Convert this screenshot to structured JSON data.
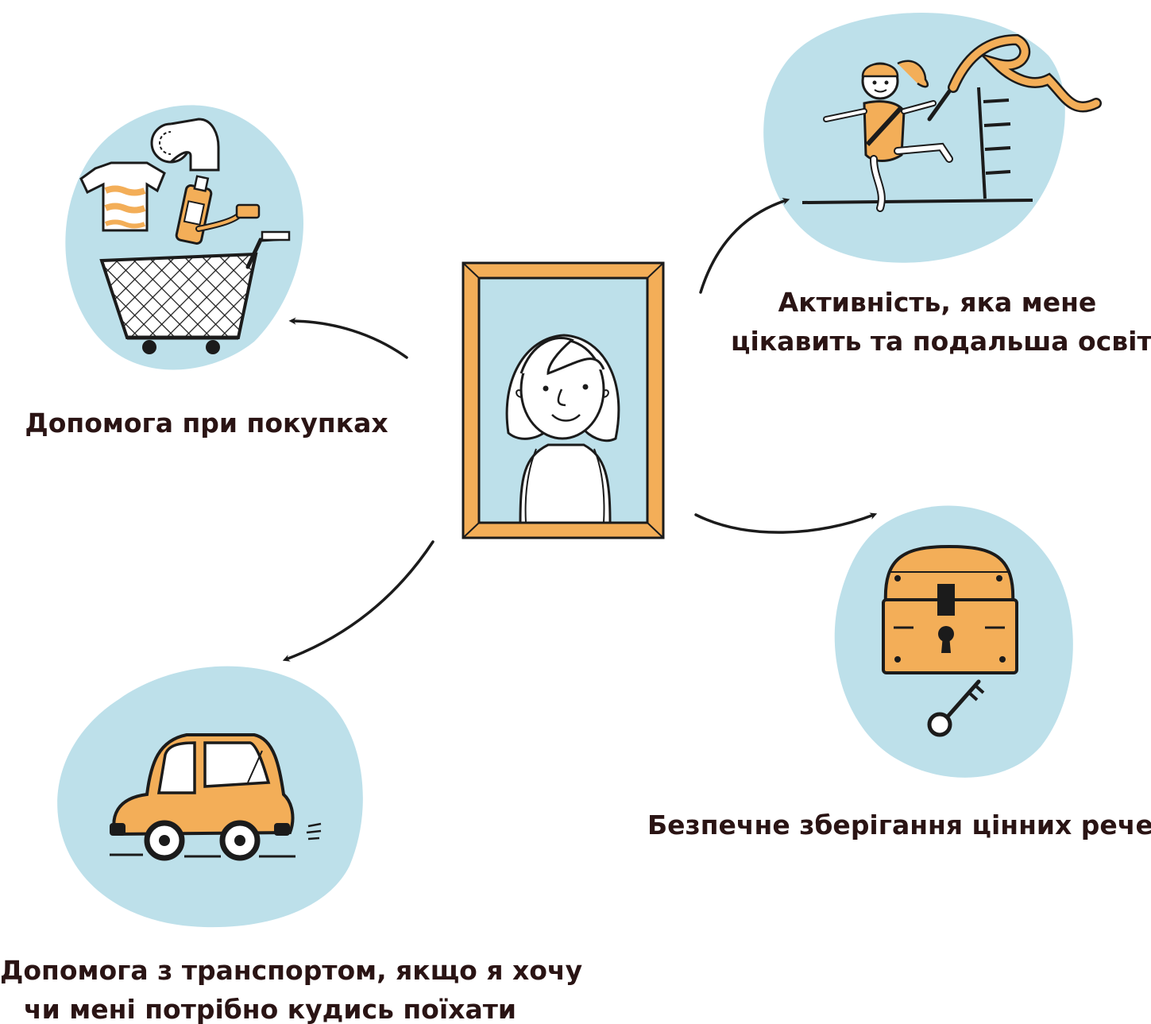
{
  "center": {
    "name": "portrait-frame"
  },
  "captions": {
    "shopping": "Допомога при покупках",
    "activity": [
      "Активність, яка мене",
      "цікавить та подальша освіта"
    ],
    "valuables": "Безпечне зберігання цінних речей",
    "transport": [
      "Допомога з транспортом, якщо я хочу",
      "чи мені потрібно кудись поїхати"
    ]
  },
  "colors": {
    "blob": "#bde0ea",
    "accent": "#f3ae58",
    "ink": "#1b1b1b",
    "text": "#2a1414"
  },
  "icons": [
    "shopping-cart-icon",
    "gymnast-icon",
    "treasure-chest-icon",
    "key-icon",
    "car-icon",
    "person-portrait-icon"
  ]
}
